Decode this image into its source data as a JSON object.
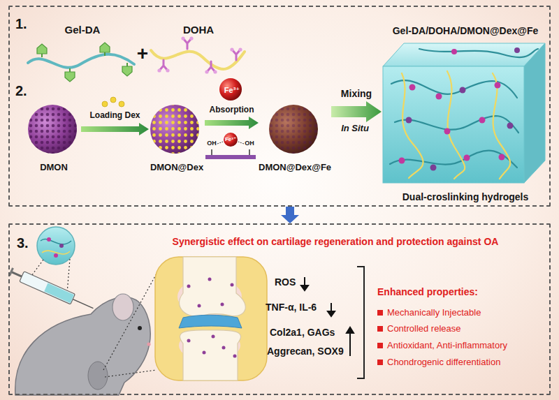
{
  "diagram": {
    "nodes": [
      {
        "text": [
          "1.",
          "2."
        ]
      },
      {
        "text": [
          "Gel-DA"
        ],
        "in": 0
      },
      {
        "text": [
          "DOHA"
        ],
        "in": 0
      },
      {
        "text": [
          "DMON"
        ],
        "in": 0
      },
      {
        "text": [
          "DMON@Dex"
        ],
        "in": 0
      },
      {
        "text": [
          "Fe³⁺"
        ],
        "in": 0
      },
      {
        "text": [
          "DMON@Dex@Fe"
        ],
        "in": 0
      },
      {
        "text": [
          "Gel-DA/DOHA/DMON@Dex@Fe",
          "Dual-croslinking hydrogels"
        ],
        "in": 0
      },
      {
        "text": [
          "3.",
          "Synergistic effect on cartilage regeneration and protection against OA"
        ]
      }
    ],
    "edges": [
      {
        "from": 3,
        "to": 4,
        "arrow": "to",
        "label": "Loading Dex"
      },
      {
        "from": 4,
        "to": 6,
        "arrow": "to",
        "label": "Absorption"
      },
      {
        "from": 6,
        "to": 7,
        "arrow": "to",
        "label": "Mixing"
      },
      {
        "from": 0,
        "to": 8,
        "arrow": "to"
      }
    ],
    "labels": [
      "+",
      "OH",
      "Fe³⁺",
      "OH",
      "In Situ",
      "ROS",
      "TNF-α, IL-6",
      "Col2a1, GAGs",
      "Aggrecan, SOX9",
      "Enhanced properties:",
      "Mechanically Injectable",
      "Controlled release",
      "Antioxidant, Anti-inflammatory",
      "Chondrogenic differentiation"
    ]
  }
}
